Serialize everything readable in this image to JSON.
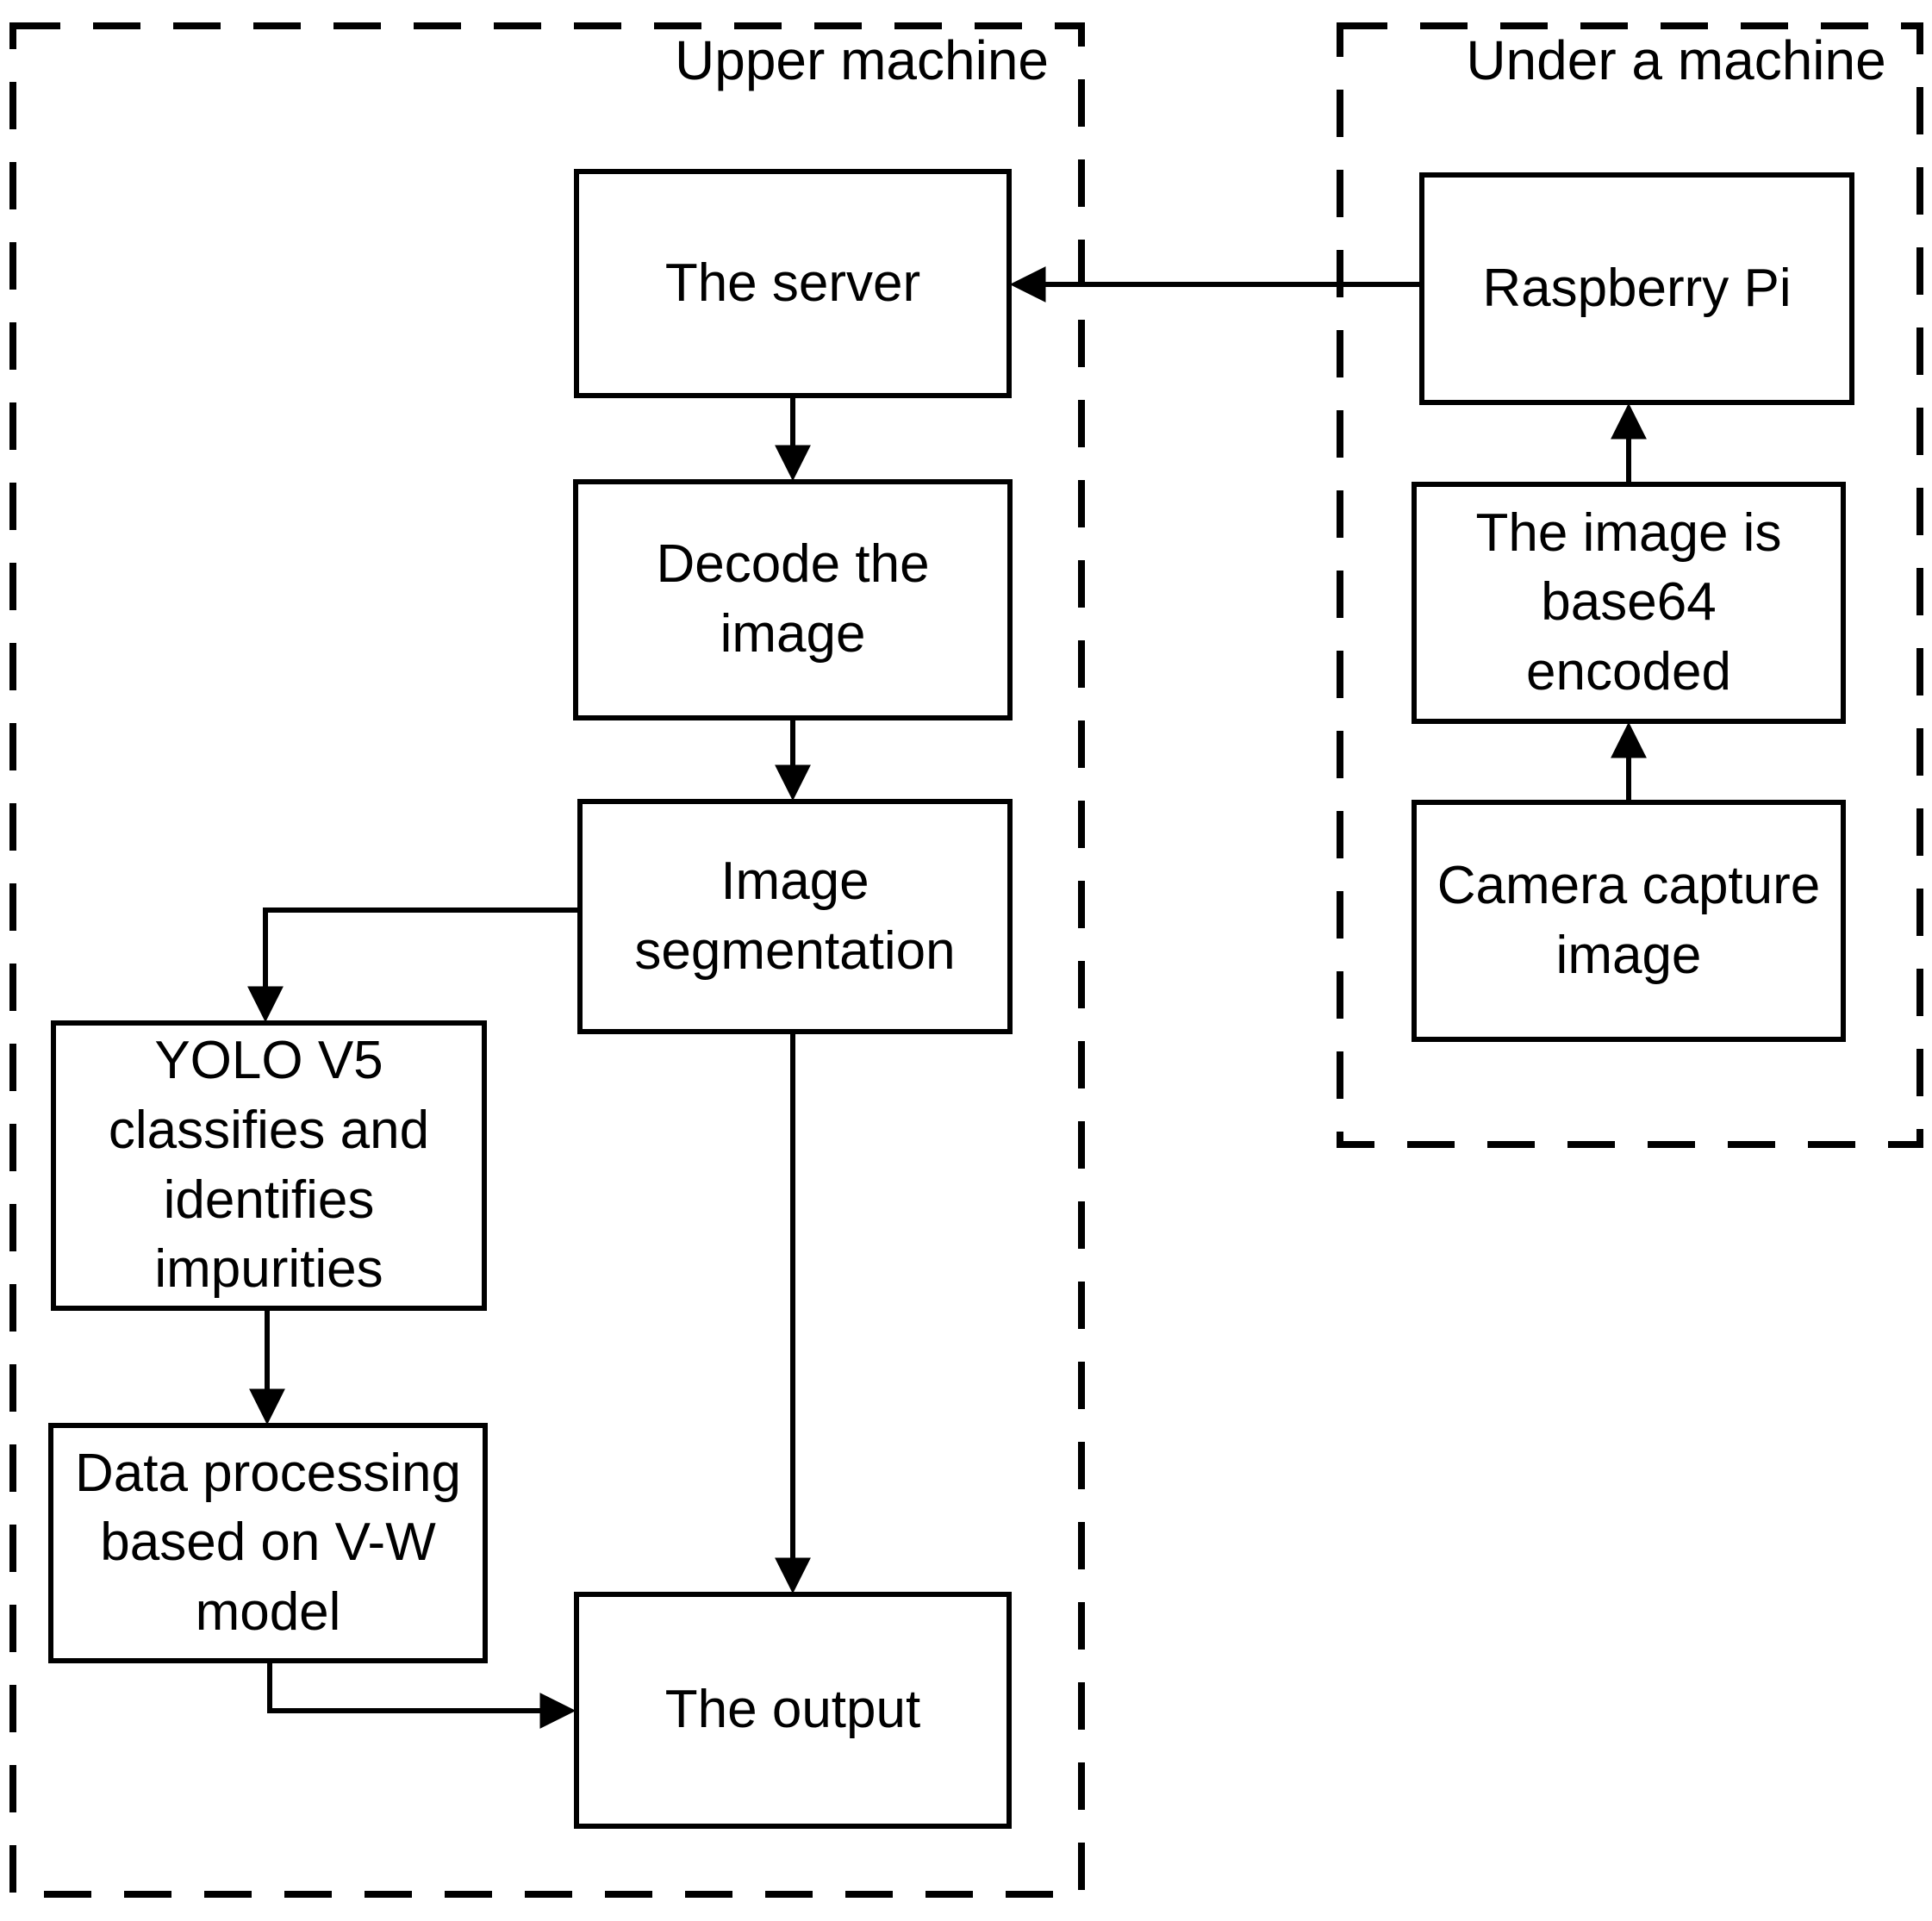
{
  "diagram": {
    "containers": {
      "upper": {
        "label": "Upper machine"
      },
      "under": {
        "label": "Under a machine"
      }
    },
    "nodes": {
      "server": {
        "label": [
          "The server"
        ]
      },
      "decode": {
        "label": [
          "Decode the",
          "image"
        ]
      },
      "segment": {
        "label": [
          "Image",
          "segmentation"
        ]
      },
      "yolo": {
        "label": [
          "YOLO V5",
          "classifies and",
          "identifies",
          "impurities"
        ]
      },
      "vw": {
        "label": [
          "Data processing",
          "based on V-W",
          "model"
        ]
      },
      "output": {
        "label": [
          "The output"
        ]
      },
      "raspi": {
        "label": [
          "Raspberry Pi"
        ]
      },
      "base64": {
        "label": [
          "The image is",
          "base64",
          "encoded"
        ]
      },
      "camera": {
        "label": [
          "Camera capture",
          "image"
        ]
      }
    },
    "edges": [
      {
        "from": "raspberry-pi",
        "to": "the-server"
      },
      {
        "from": "the-server",
        "to": "decode-the-image"
      },
      {
        "from": "decode-the-image",
        "to": "image-segmentation"
      },
      {
        "from": "image-segmentation",
        "to": "yolo-v5-classifier"
      },
      {
        "from": "yolo-v5-classifier",
        "to": "data-processing-vw-model"
      },
      {
        "from": "data-processing-vw-model",
        "to": "the-output"
      },
      {
        "from": "image-segmentation",
        "to": "the-output"
      },
      {
        "from": "camera-capture-image",
        "to": "image-base64-encoded"
      },
      {
        "from": "image-base64-encoded",
        "to": "raspberry-pi"
      }
    ],
    "colors": {
      "line": "#000000",
      "background": "#ffffff",
      "box_fill": "#ffffff"
    }
  }
}
